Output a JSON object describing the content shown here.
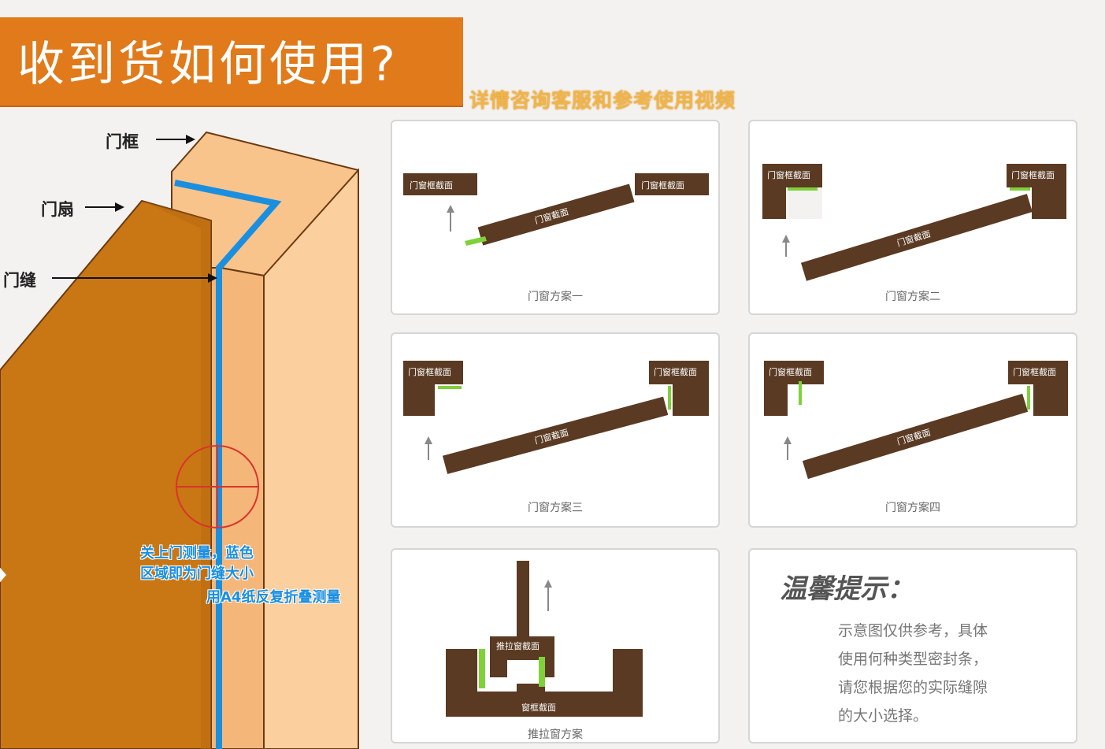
{
  "header": {
    "title": "收到货如何使用?",
    "subtitle": "详情咨询客服和参考使用视频"
  },
  "door": {
    "label_frame": "门框",
    "label_leaf": "门扇",
    "label_gap": "门缝",
    "note_line1": "关上门测量，蓝色",
    "note_line2": "区域即为门缝大小",
    "note_line3": "用A4纸反复折叠测量"
  },
  "panels": [
    {
      "caption": "门窗方案一",
      "tag_left": "门窗框截面",
      "tag_right": "门窗框截面",
      "tag_strip": "门窗截面"
    },
    {
      "caption": "门窗方案二",
      "tag_left": "门窗框截面",
      "tag_right": "门窗框截面",
      "tag_strip": "门窗截面"
    },
    {
      "caption": "门窗方案三",
      "tag_left": "门窗框截面",
      "tag_right": "门窗框截面",
      "tag_strip": "门窗截面"
    },
    {
      "caption": "门窗方案四",
      "tag_left": "门窗框截面",
      "tag_right": "门窗框截面",
      "tag_strip": "门窗截面"
    },
    {
      "caption": "推拉窗方案",
      "tag_vertical": "推拉窗截面",
      "tag_middle": "推拉窗截面",
      "tag_bottom": "窗框截面"
    }
  ],
  "tips": {
    "title": "温馨提示：",
    "line1": "示意图仅供参考，具体",
    "line2": "使用何种类型密封条，",
    "line3": "请您根据您的实际缝隙",
    "line4": "的大小选择。"
  },
  "colors": {
    "banner": "#e07a1b",
    "door_leaf": "#c97714",
    "door_frame": "#f9c48c",
    "gap_blue": "#1a8fe0",
    "wood_dark": "#5a3a22",
    "seal_green": "#7fd13a"
  }
}
